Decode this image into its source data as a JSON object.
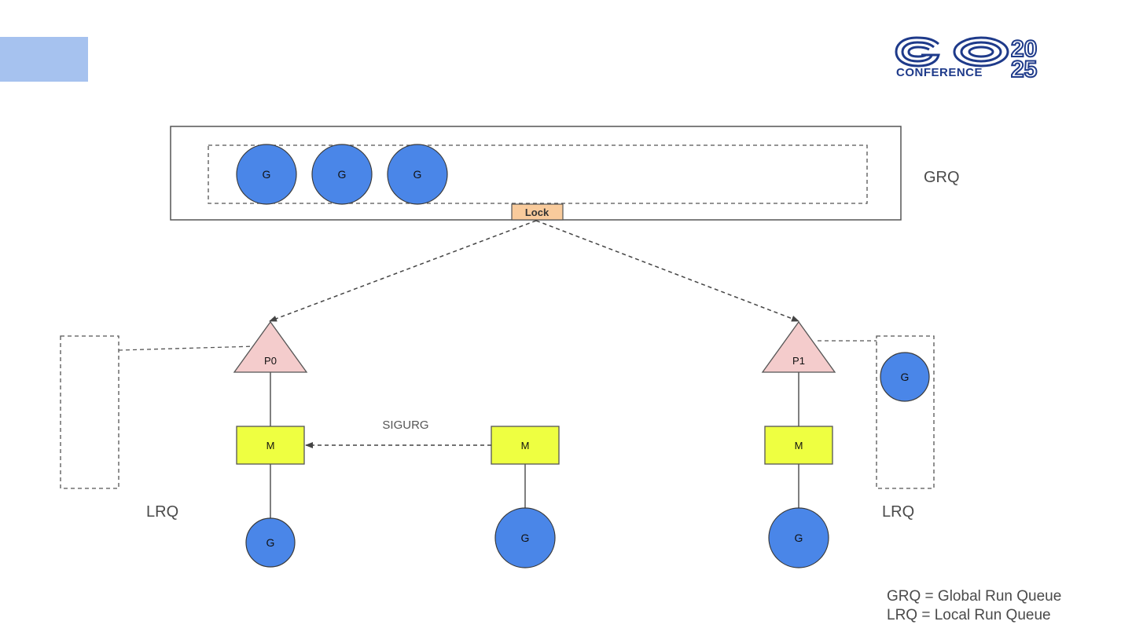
{
  "slide": {
    "logo": {
      "word": "GO",
      "sub": "CONFERENCE",
      "year_top": "20",
      "year_bottom": "25",
      "brand_color": "#1e3a8a"
    }
  },
  "diagram": {
    "grq_label": "GRQ",
    "lock_label": "Lock",
    "lrq_left_label": "LRQ",
    "lrq_right_label": "LRQ",
    "signal_label": "SIGURG",
    "grq_goroutines": [
      "G",
      "G",
      "G"
    ],
    "lrq_right_goroutine": "G",
    "processors": [
      {
        "label": "P0"
      },
      {
        "label": "P1"
      }
    ],
    "machines": [
      {
        "label": "M"
      },
      {
        "label": "M"
      },
      {
        "label": "M"
      }
    ],
    "running_goroutines": [
      "G",
      "G",
      "G"
    ],
    "colors": {
      "goroutine": "#4a86e8",
      "processor": "#f4cccc",
      "machine": "#eeff41",
      "lock": "#f9cb9c",
      "corner_accent": "#a6c2ef"
    }
  },
  "legend": {
    "lines": [
      "GRQ = Global Run Queue",
      "LRQ = Local Run Queue"
    ]
  }
}
